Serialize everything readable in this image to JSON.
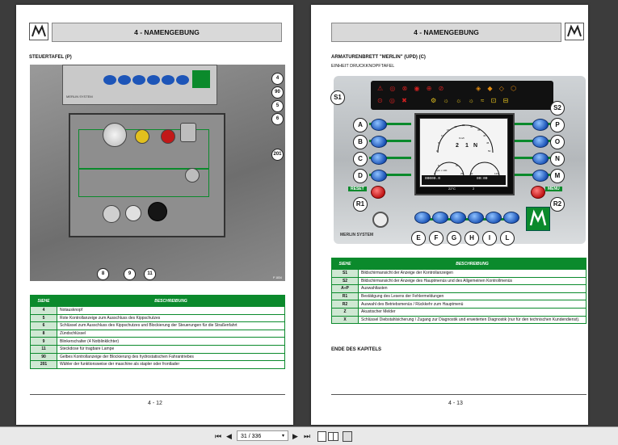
{
  "left_page": {
    "header_title": "4 - NAMENGEBUNG",
    "section_title": "STEUERTAFEL (P)",
    "photo_callouts": [
      "4",
      "90",
      "5",
      "6",
      "201",
      "8",
      "9",
      "11"
    ],
    "photo_brand_text": "MERLIN SYSTEM",
    "photo_code": "P 1834",
    "table_headers": {
      "col1": "SIEHE",
      "col2": "BESCHREIBUNG"
    },
    "table_rows": [
      {
        "code": "4",
        "desc": "Notausknopf"
      },
      {
        "code": "5",
        "desc": "Rote Kontrollanzeige zum Ausschluss des Kippschutzes"
      },
      {
        "code": "6",
        "desc": "Schlüssel zum Ausschluss des Kippschutzes und Blockierung der Steuerungen für die Straßenfahrt"
      },
      {
        "code": "8",
        "desc": "Zündschlüssel"
      },
      {
        "code": "9",
        "desc": "Blinkerschalter (4 Notblinklichter)"
      },
      {
        "code": "11",
        "desc": "Steckdose für tragbare Lampe"
      },
      {
        "code": "90",
        "desc": "Gelbes Kontrollanzeige der Blockierung des hydrostatischen Fahrantriebes"
      },
      {
        "code": "201",
        "desc": "Wähler der funktionsweise der maschine als stapler oder frontlader"
      }
    ],
    "page_number": "4 - 12"
  },
  "right_page": {
    "header_title": "4 - NAMENGEBUNG",
    "section_title": "ARMATURENBRETT \"MERLIN\" (UPD) (C)",
    "subtitle": "EINHEIT DRUCKKNOPFTAFEL",
    "panel_labels_left": [
      "A",
      "B",
      "C",
      "D"
    ],
    "panel_labels_right": [
      "P",
      "O",
      "N",
      "M"
    ],
    "panel_labels_bottom": [
      "E",
      "F",
      "G",
      "H",
      "I",
      "L"
    ],
    "panel_label_s1": "S1",
    "panel_label_s2": "S2",
    "panel_label_r1": "R1",
    "panel_label_r2": "R2",
    "reset_text": "RESET",
    "menu_text": "MENU",
    "panel_brand_text": "MERLIN SYSTEM",
    "display": {
      "speed_unit": "Km/h",
      "gear_left": "2",
      "gear_mid": "1",
      "gear_right": "N",
      "ticks": [
        "0",
        "5",
        "10",
        "15",
        "20",
        "25",
        "30",
        "35",
        "40",
        "45",
        "50"
      ],
      "rpm_unit": "rpm x 100",
      "rpm_ticks": [
        "0",
        "5",
        "20",
        "25"
      ],
      "temp_ticks": [
        "50",
        "120"
      ],
      "odometer": "00000.0",
      "clock": "00:00",
      "temp1": "22°C",
      "temp2": "2"
    },
    "table_headers": {
      "col1": "SIEHE",
      "col2": "BESCHREIBUNG"
    },
    "table_rows": [
      {
        "code": "S1",
        "desc": "Bildschirmansicht der Anzeige der Kontrollanzeigen"
      },
      {
        "code": "S2",
        "desc": "Bildschirmansicht der Anzeige des Hauptmenüs und des Allgemeinen Kontrollmenüs"
      },
      {
        "code": "A÷P",
        "desc": "Auswahltasten"
      },
      {
        "code": "R1",
        "desc": "Bestätigung des Lesens der Fehlermeldungen"
      },
      {
        "code": "R2",
        "desc": "Auswahl des Betriebsmenüs / Rückkehr zum Hauptmenü"
      },
      {
        "code": "Z",
        "desc": "Akustischer Melder"
      },
      {
        "code": "X",
        "desc": "Schlüssel Diebstahlsicherung / Zugang zur Diagnostik und erweiterten Diagnostik (nur für den technischen Kundendienst)."
      }
    ],
    "end_text": "ENDE DES KAPITELS",
    "page_number": "4 - 13"
  },
  "toolbar": {
    "first": "⏮",
    "prev": "◀",
    "page_value": "31 / 336",
    "next": "▶",
    "last": "⏭",
    "icons": [
      "single-page-icon",
      "two-page-icon",
      "fit-page-icon"
    ]
  }
}
